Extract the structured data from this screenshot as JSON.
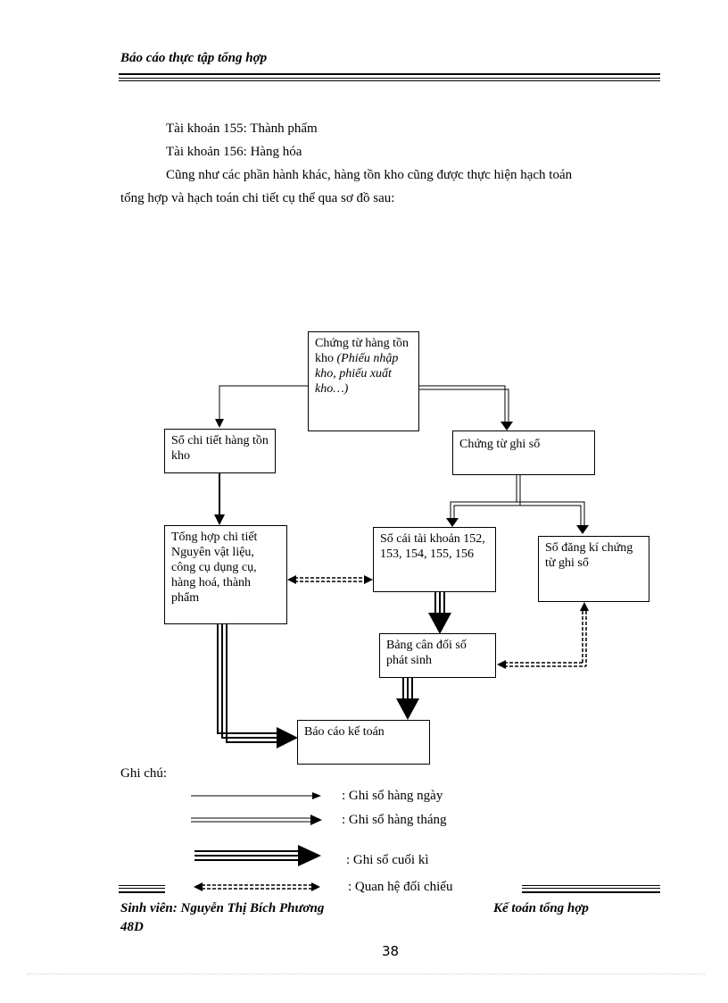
{
  "header": {
    "title": "Báo cáo thực tập tổng hợp"
  },
  "body": {
    "lines": [
      "Tài khoản 155: Thành phẩm",
      "Tài khoản 156: Hàng hóa",
      "Cũng như các phần hành khác, hàng tồn kho cũng được thực hiện hạch toán",
      "tổng hợp và hạch toán chi tiết cụ thể qua sơ đồ sau:"
    ]
  },
  "diagram": {
    "boxes": {
      "chung_tu_htk": {
        "plain": "Chứng từ hàng tồn kho",
        "italic": "(Phiếu nhập kho, phiếu xuất kho…)"
      },
      "so_chi_tiet": "Sổ chi tiết hàng tồn kho",
      "chung_tu_ghi_so": "Chứng từ ghi sổ",
      "tong_hop_chi_tiet": "Tổng hợp chi tiết Nguyên vật liệu, công cụ dụng cụ, hàng hoá, thành phẩm",
      "so_cai": "Sổ cái tài khoản 152, 153, 154, 155, 156",
      "so_dang_ki": "Sổ đăng kí chứng từ ghi sổ",
      "bang_can_doi": "Bảng cân đối số phát sinh",
      "bao_cao": "Báo cáo kế toán"
    }
  },
  "legend": {
    "title": "Ghi chú:",
    "items": [
      ": Ghi sổ hàng ngày",
      ": Ghi sổ hàng tháng",
      ": Ghi sổ cuối kì",
      ": Quan hệ đối chiếu"
    ]
  },
  "footer": {
    "student": "Sinh viên: Nguyễn Thị Bích Phương",
    "class": "48D",
    "department": "Kế toán tổng hợp",
    "page_number": "38"
  }
}
